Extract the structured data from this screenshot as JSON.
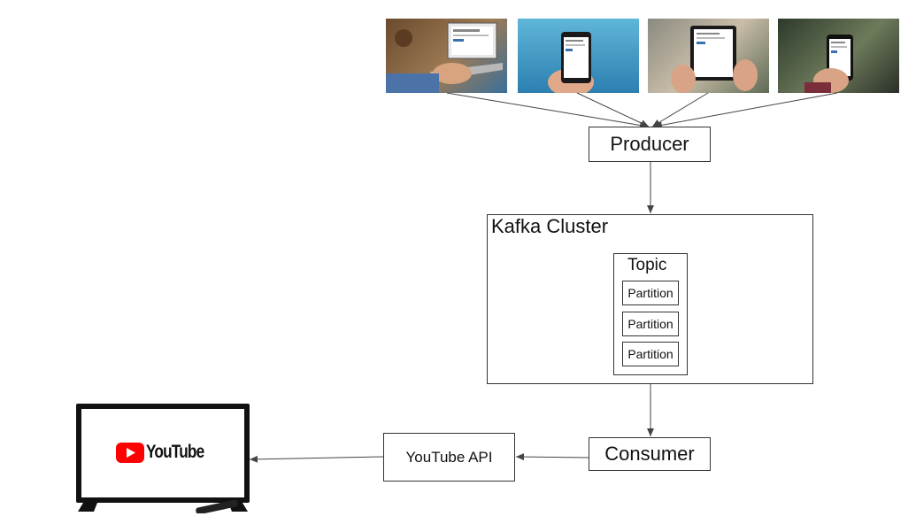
{
  "diagram": {
    "producer_label": "Producer",
    "cluster_label": "Kafka Cluster",
    "topic_label": "Topic",
    "partitions": [
      "Partition",
      "Partition",
      "Partition"
    ],
    "consumer_label": "Consumer",
    "api_label": "YouTube API",
    "tv_logo_text": "YouTube",
    "device_photos": [
      "laptop-photo",
      "phone-photo",
      "tablet-photo",
      "phone-photo"
    ],
    "colors": {
      "line": "#444444",
      "youtube_red": "#ff0000"
    }
  }
}
